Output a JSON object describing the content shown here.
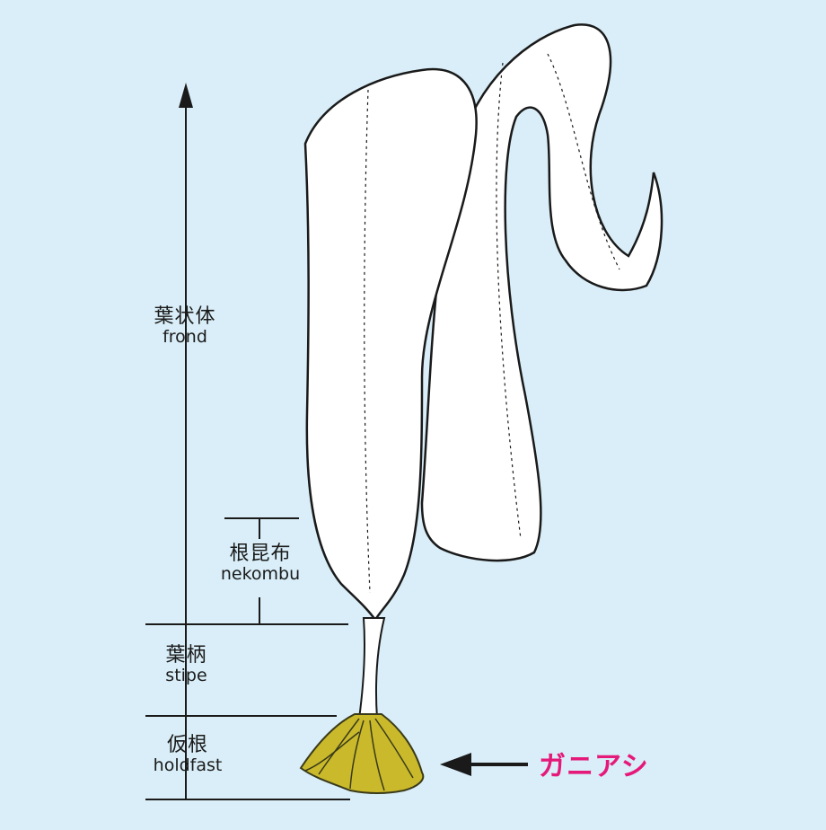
{
  "labels": {
    "frond": {
      "jp": "葉状体",
      "en": "frond"
    },
    "nekombu": {
      "jp": "根昆布",
      "en": "nekombu"
    },
    "stipe": {
      "jp": "葉柄",
      "en": "stipe"
    },
    "holdfast": {
      "jp": "仮根",
      "en": "holdfast"
    }
  },
  "callout": {
    "text": "ガニアシ",
    "color": "#e5197a"
  },
  "colors": {
    "background": "#d9eef8",
    "frond_fill": "#ffffff",
    "outline": "#1a1a1a",
    "holdfast_fill": "#c9b92b"
  },
  "icons": {
    "callout_arrow": "left-arrow-icon",
    "scale_arrow": "up-arrow-icon"
  }
}
